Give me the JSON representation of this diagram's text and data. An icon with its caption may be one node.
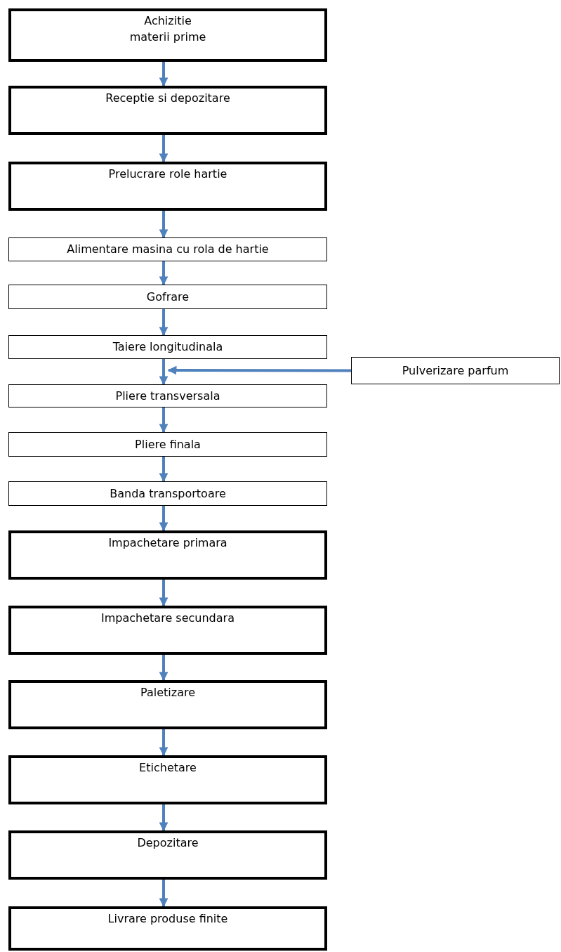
{
  "diagram": {
    "nodes": [
      {
        "text": [
          "Achizitie materii prime"
        ]
      },
      {
        "text": [
          "Receptie si depozitare"
        ]
      },
      {
        "text": [
          "Prelucrare role hartie"
        ]
      },
      {
        "text": [
          "Alimentare masina cu rola de hartie"
        ]
      },
      {
        "text": [
          "Gofrare"
        ]
      },
      {
        "text": [
          "Taiere longitudinala"
        ]
      },
      {
        "text": [
          "Pulverizare parfum"
        ]
      },
      {
        "text": [
          "Pliere transversala"
        ]
      },
      {
        "text": [
          "Pliere finala"
        ]
      },
      {
        "text": [
          "Banda transportoare"
        ]
      },
      {
        "text": [
          "Impachetare primara"
        ]
      },
      {
        "text": [
          "Impachetare secundara"
        ]
      },
      {
        "text": [
          "Paletizare"
        ]
      },
      {
        "text": [
          "Etichetare"
        ]
      },
      {
        "text": [
          "Depozitare"
        ]
      },
      {
        "text": [
          "Livrare produse finite"
        ]
      }
    ],
    "edges": [
      {
        "from": 0,
        "to": 1,
        "arrow": "to"
      },
      {
        "from": 1,
        "to": 2,
        "arrow": "to"
      },
      {
        "from": 2,
        "to": 3,
        "arrow": "to"
      },
      {
        "from": 3,
        "to": 4,
        "arrow": "to"
      },
      {
        "from": 4,
        "to": 5,
        "arrow": "to"
      },
      {
        "from": 5,
        "to": 7,
        "arrow": "to"
      },
      {
        "from": 6,
        "to": 7,
        "arrow": "to"
      },
      {
        "from": 7,
        "to": 8,
        "arrow": "to"
      },
      {
        "from": 8,
        "to": 9,
        "arrow": "to"
      },
      {
        "from": 9,
        "to": 10,
        "arrow": "to"
      },
      {
        "from": 10,
        "to": 11,
        "arrow": "to"
      },
      {
        "from": 11,
        "to": 12,
        "arrow": "to"
      },
      {
        "from": 12,
        "to": 13,
        "arrow": "to"
      },
      {
        "from": 13,
        "to": 14,
        "arrow": "to"
      },
      {
        "from": 14,
        "to": 15,
        "arrow": "to"
      }
    ]
  }
}
